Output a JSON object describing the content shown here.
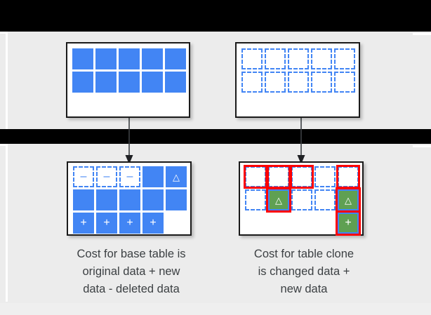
{
  "diagram": {
    "title": "BigQuery table clone storage cost diagram",
    "colors": {
      "blue": "#4285F4",
      "green": "#5FA052",
      "red": "#FF0000",
      "background": "#ECECEC",
      "panel": "#FFFFFF",
      "text": "#3C4043",
      "band": "#000000"
    },
    "panels": {
      "base_table_original": {
        "name": "base-table-original",
        "cells": [
          {
            "style": "solid",
            "glyph": ""
          },
          {
            "style": "solid",
            "glyph": ""
          },
          {
            "style": "solid",
            "glyph": ""
          },
          {
            "style": "solid",
            "glyph": ""
          },
          {
            "style": "solid",
            "glyph": ""
          },
          {
            "style": "solid",
            "glyph": ""
          },
          {
            "style": "solid",
            "glyph": ""
          },
          {
            "style": "solid",
            "glyph": ""
          },
          {
            "style": "solid",
            "glyph": ""
          },
          {
            "style": "solid",
            "glyph": ""
          }
        ]
      },
      "table_clone_original": {
        "name": "table-clone-original",
        "cells": [
          {
            "style": "dashed",
            "glyph": ""
          },
          {
            "style": "dashed",
            "glyph": ""
          },
          {
            "style": "dashed",
            "glyph": ""
          },
          {
            "style": "dashed",
            "glyph": ""
          },
          {
            "style": "dashed",
            "glyph": ""
          },
          {
            "style": "dashed",
            "glyph": ""
          },
          {
            "style": "dashed",
            "glyph": ""
          },
          {
            "style": "dashed",
            "glyph": ""
          },
          {
            "style": "dashed",
            "glyph": ""
          },
          {
            "style": "dashed",
            "glyph": ""
          }
        ]
      },
      "base_table_after": {
        "name": "base-table-after",
        "cells": [
          {
            "style": "dashed",
            "glyph": "–"
          },
          {
            "style": "dashed",
            "glyph": "–"
          },
          {
            "style": "dashed",
            "glyph": "–"
          },
          {
            "style": "solid",
            "glyph": ""
          },
          {
            "style": "solid",
            "glyph": "△"
          },
          {
            "style": "solid",
            "glyph": ""
          },
          {
            "style": "solid",
            "glyph": ""
          },
          {
            "style": "solid",
            "glyph": ""
          },
          {
            "style": "solid",
            "glyph": ""
          },
          {
            "style": "solid",
            "glyph": ""
          },
          {
            "style": "solid",
            "glyph": "+"
          },
          {
            "style": "solid",
            "glyph": "+"
          },
          {
            "style": "solid",
            "glyph": "+"
          },
          {
            "style": "solid",
            "glyph": "+"
          },
          {
            "style": "empty",
            "glyph": ""
          }
        ]
      },
      "table_clone_after": {
        "name": "table-clone-after",
        "cells": [
          {
            "style": "dashed",
            "glyph": "",
            "ring": true
          },
          {
            "style": "dashed",
            "glyph": "",
            "ring": true
          },
          {
            "style": "dashed",
            "glyph": "",
            "ring": true
          },
          {
            "style": "dashed",
            "glyph": "",
            "ring": false
          },
          {
            "style": "dashed",
            "glyph": "",
            "ring": true
          },
          {
            "style": "dashed",
            "glyph": "",
            "ring": false
          },
          {
            "style": "green",
            "glyph": "△",
            "ring": true
          },
          {
            "style": "dashed",
            "glyph": "",
            "ring": false
          },
          {
            "style": "dashed",
            "glyph": "",
            "ring": false
          },
          {
            "style": "green",
            "glyph": "△",
            "ring": true
          },
          {
            "style": "empty",
            "glyph": "",
            "ring": false
          },
          {
            "style": "empty",
            "glyph": "",
            "ring": false
          },
          {
            "style": "empty",
            "glyph": "",
            "ring": false
          },
          {
            "style": "empty",
            "glyph": "",
            "ring": false
          },
          {
            "style": "green",
            "glyph": "+",
            "ring": true
          }
        ]
      }
    },
    "captions": {
      "left": "Cost for base table is\noriginal data + new\ndata - deleted data",
      "right": "Cost for table clone\nis changed data +\nnew data"
    },
    "arrows": [
      {
        "name": "arrow-base-table",
        "from": "base-table-original",
        "to": "base-table-after"
      },
      {
        "name": "arrow-table-clone",
        "from": "table-clone-original",
        "to": "table-clone-after"
      }
    ]
  }
}
